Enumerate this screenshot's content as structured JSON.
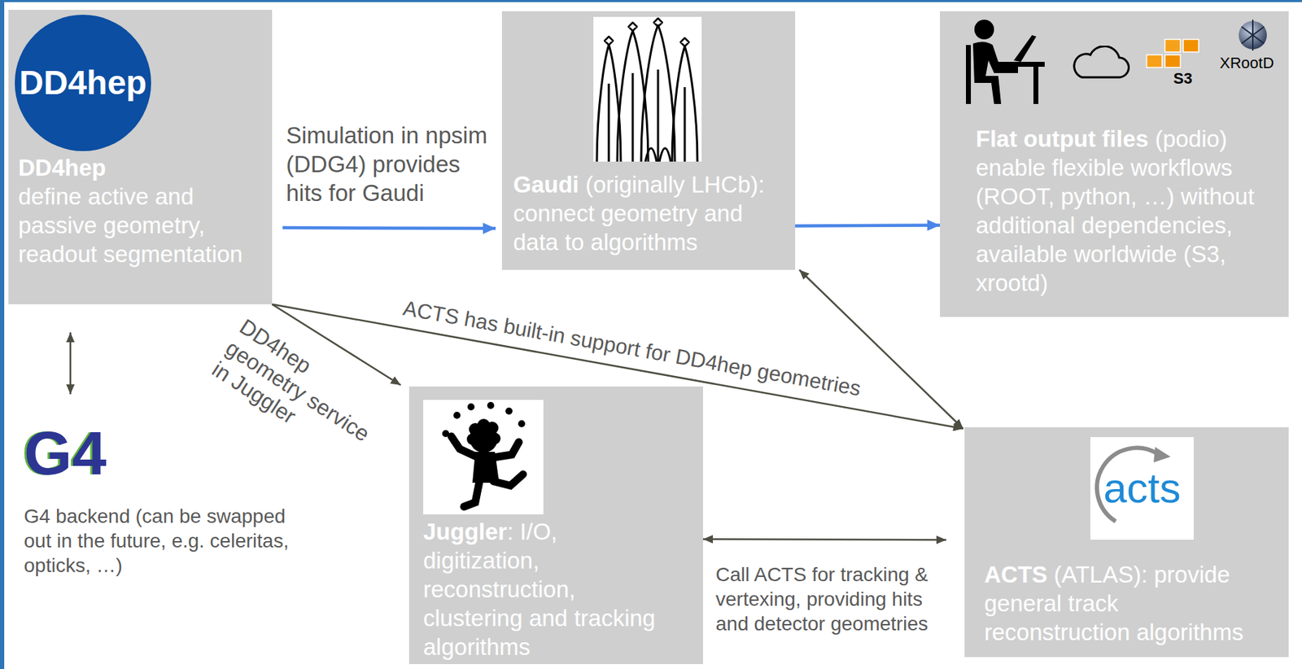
{
  "diagram": {
    "nodes": [
      {
        "text": [
          "DD4hep",
          "define active and passive geometry, readout segmentation"
        ]
      },
      {
        "text": [
          "DD4hep"
        ],
        "in": 0
      },
      {
        "text": [
          "G4",
          "G4 backend (can be swapped out in the future, e.g. celeritas, opticks, …)"
        ]
      },
      {
        "text": [
          "Gaudi",
          "(originally LHCb): connect geometry and data to algorithms"
        ]
      },
      {
        "text": [
          "Flat output files",
          "(podio) enable flexible workflows (ROOT, python, …) without additional dependencies, available worldwide (S3, xrootd)"
        ]
      },
      {
        "text": [
          "Juggler",
          ": I/O, digitization, reconstruction, clustering and tracking algorithms"
        ]
      },
      {
        "text": [
          "acts",
          "ACTS",
          "(ATLAS): provide general track reconstruction algorithms"
        ]
      }
    ],
    "edges": [
      {
        "from": 0,
        "to": 3,
        "arrow": "to",
        "label": "Simulation in npsim (DDG4) provides hits for Gaudi"
      },
      {
        "from": 3,
        "to": 4,
        "arrow": "to"
      },
      {
        "from": 0,
        "to": 2,
        "arrow": "both"
      },
      {
        "from": 0,
        "to": 5,
        "arrow": "to",
        "label": "DD4hep geometry service in Juggler"
      },
      {
        "from": 0,
        "to": 6,
        "arrow": "to",
        "label": "ACTS has built-in support for DD4hep geometries"
      },
      {
        "from": 3,
        "to": 6,
        "arrow": "both"
      },
      {
        "from": 5,
        "to": 6,
        "arrow": "both",
        "label": "Call ACTS for tracking & vertexing, providing hits and detector geometries"
      }
    ],
    "labels": [
      "S3",
      "XRootD"
    ]
  }
}
